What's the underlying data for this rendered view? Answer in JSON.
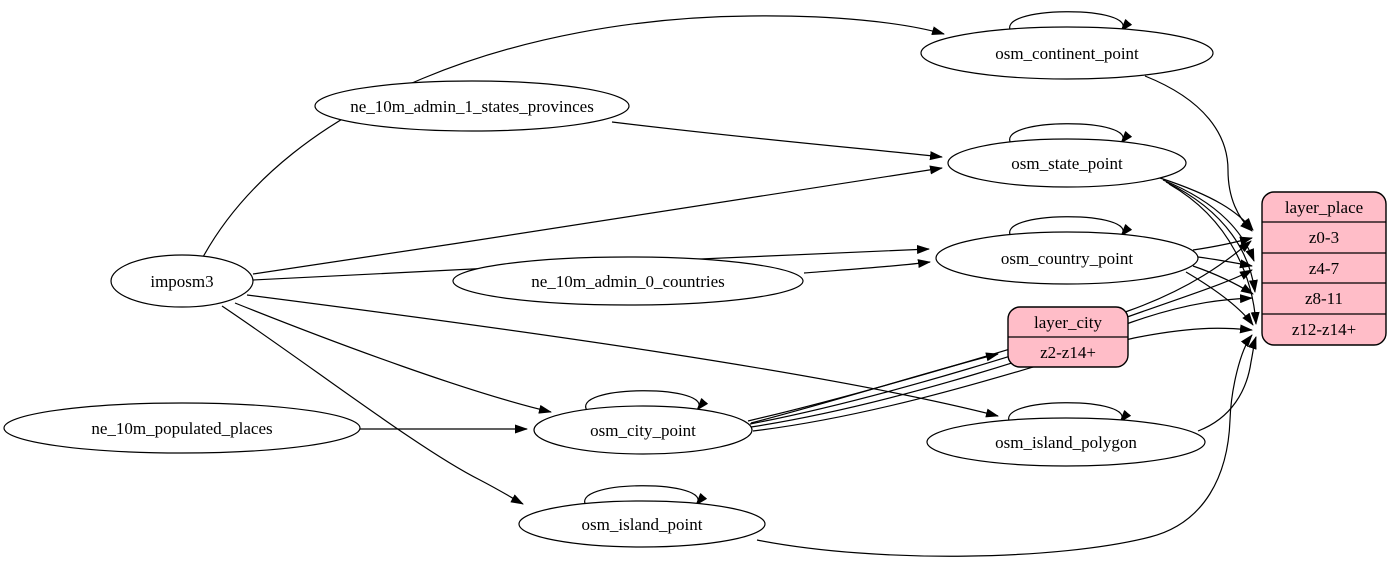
{
  "diagram": {
    "type": "etl-graph",
    "tool_style": "graphviz",
    "background": "#ffffff"
  },
  "colors": {
    "record_fill": "#ffbdc8",
    "node_fill": "#ffffff",
    "stroke": "#000000"
  },
  "nodes": {
    "imposm3": {
      "label": "imposm3"
    },
    "ne_10m_admin_1_states_provinces": {
      "label": "ne_10m_admin_1_states_provinces"
    },
    "ne_10m_admin_0_countries": {
      "label": "ne_10m_admin_0_countries"
    },
    "ne_10m_populated_places": {
      "label": "ne_10m_populated_places"
    },
    "osm_continent_point": {
      "label": "osm_continent_point"
    },
    "osm_state_point": {
      "label": "osm_state_point"
    },
    "osm_country_point": {
      "label": "osm_country_point"
    },
    "osm_city_point": {
      "label": "osm_city_point"
    },
    "osm_island_polygon": {
      "label": "osm_island_polygon"
    },
    "osm_island_point": {
      "label": "osm_island_point"
    }
  },
  "records": {
    "layer_city": {
      "title": "layer_city",
      "fields": [
        "z2-z14+"
      ]
    },
    "layer_place": {
      "title": "layer_place",
      "fields": [
        "z0-3",
        "z4-7",
        "z8-11",
        "z12-z14+"
      ]
    }
  },
  "edges": [
    {
      "from": "imposm3",
      "to": "osm_continent_point"
    },
    {
      "from": "imposm3",
      "to": "osm_state_point"
    },
    {
      "from": "imposm3",
      "to": "osm_country_point"
    },
    {
      "from": "imposm3",
      "to": "osm_city_point"
    },
    {
      "from": "imposm3",
      "to": "osm_island_polygon"
    },
    {
      "from": "imposm3",
      "to": "osm_island_point"
    },
    {
      "from": "ne_10m_admin_1_states_provinces",
      "to": "osm_state_point"
    },
    {
      "from": "ne_10m_admin_0_countries",
      "to": "osm_country_point"
    },
    {
      "from": "ne_10m_populated_places",
      "to": "osm_city_point"
    },
    {
      "from": "osm_continent_point",
      "to": "osm_continent_point",
      "self_loop": true
    },
    {
      "from": "osm_state_point",
      "to": "osm_state_point",
      "self_loop": true
    },
    {
      "from": "osm_country_point",
      "to": "osm_country_point",
      "self_loop": true
    },
    {
      "from": "osm_city_point",
      "to": "osm_city_point",
      "self_loop": true
    },
    {
      "from": "osm_island_polygon",
      "to": "osm_island_polygon",
      "self_loop": true
    },
    {
      "from": "osm_island_point",
      "to": "osm_island_point",
      "self_loop": true
    },
    {
      "from": "osm_continent_point",
      "to": "layer_place:z0-3"
    },
    {
      "from": "osm_state_point",
      "to": "layer_place:z0-3"
    },
    {
      "from": "osm_state_point",
      "to": "layer_place:z4-7"
    },
    {
      "from": "osm_state_point",
      "to": "layer_place:z8-11"
    },
    {
      "from": "osm_state_point",
      "to": "layer_place:z12-z14+"
    },
    {
      "from": "osm_country_point",
      "to": "layer_place:z0-3"
    },
    {
      "from": "osm_country_point",
      "to": "layer_place:z4-7"
    },
    {
      "from": "osm_country_point",
      "to": "layer_place:z8-11"
    },
    {
      "from": "osm_country_point",
      "to": "layer_place:z12-z14+"
    },
    {
      "from": "osm_city_point",
      "to": "layer_city:z2-z14+"
    },
    {
      "from": "osm_city_point",
      "to": "layer_place:z0-3"
    },
    {
      "from": "osm_city_point",
      "to": "layer_place:z4-7"
    },
    {
      "from": "osm_city_point",
      "to": "layer_place:z8-11"
    },
    {
      "from": "osm_city_point",
      "to": "layer_place:z12-z14+"
    },
    {
      "from": "osm_island_polygon",
      "to": "layer_place:z12-z14+"
    },
    {
      "from": "osm_island_point",
      "to": "layer_place:z12-z14+"
    }
  ]
}
